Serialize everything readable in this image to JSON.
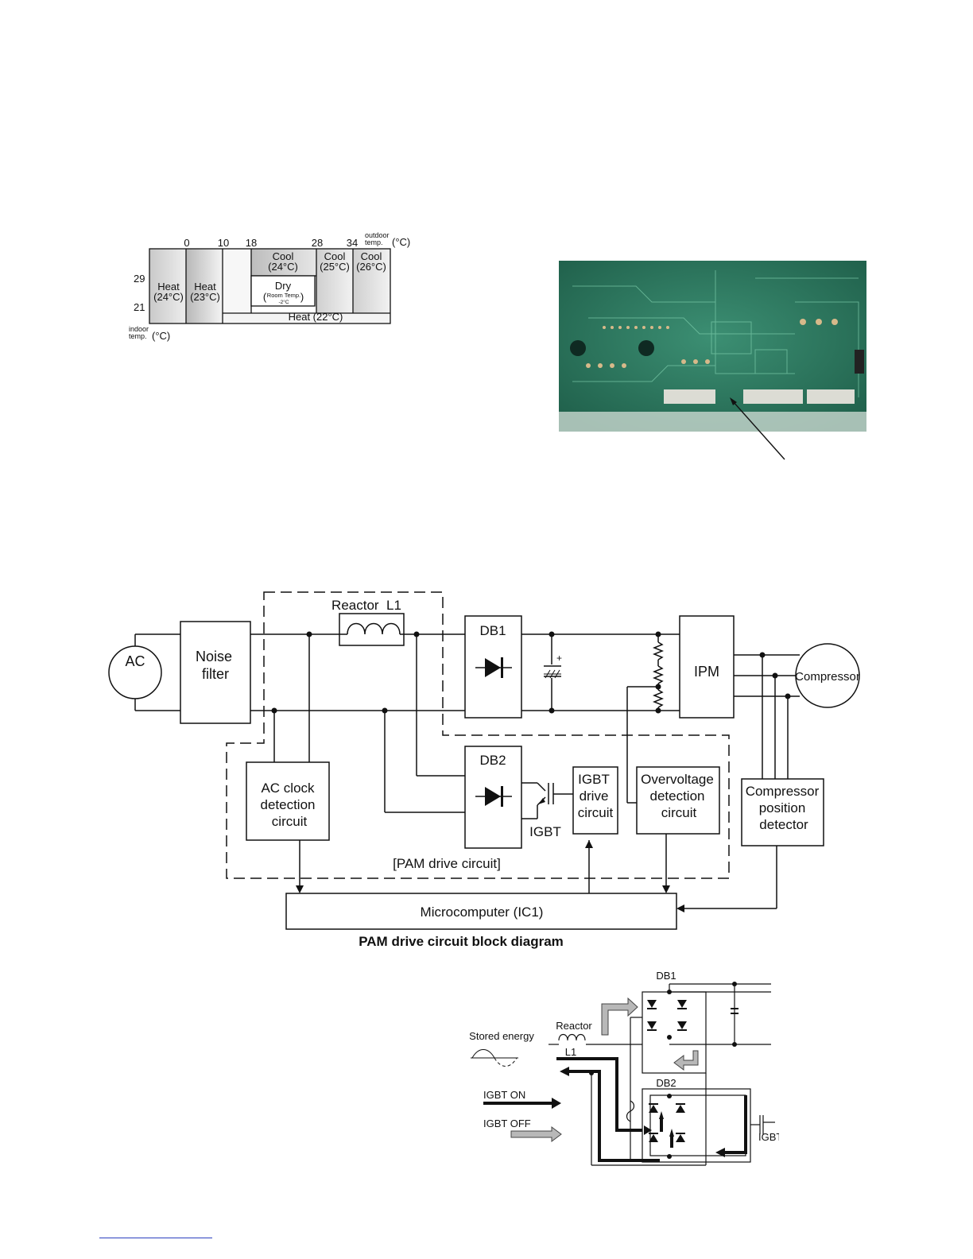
{
  "mode_chart": {
    "outdoor_ticks": [
      "0",
      "10",
      "18",
      "28",
      "34"
    ],
    "outdoor_label_line1": "outdoor",
    "outdoor_label_line2": "temp.",
    "outdoor_unit": "(°C)",
    "indoor_ticks": [
      "29",
      "21"
    ],
    "indoor_label_line1": "indoor",
    "indoor_label_line2": "temp.",
    "indoor_unit": "(°C)",
    "zones": {
      "heat24": {
        "line1": "Heat",
        "line2": "(24°C)"
      },
      "heat23": {
        "line1": "Heat",
        "line2": "(23°C)"
      },
      "cool24": {
        "line1": "Cool",
        "line2": "(24°C)"
      },
      "cool25": {
        "line1": "Cool",
        "line2": "(25°C)"
      },
      "cool26": {
        "line1": "Cool",
        "line2": "(26°C)"
      },
      "dry": {
        "line1": "Dry",
        "paren_open": "(",
        "line2": "Room Temp.",
        "line3": "-2°C",
        "paren_close": ")"
      },
      "heat22": {
        "label": "Heat (22°C)"
      }
    }
  },
  "block_diagram": {
    "caption": "PAM drive circuit block diagram",
    "blocks": {
      "ac": "AC",
      "noise_filter": [
        "Noise",
        "filter"
      ],
      "reactor": "Reactor  L1",
      "db1": "DB1",
      "db2": "DB2",
      "ipm": "IPM",
      "compressor": "Compressor",
      "ac_clock": [
        "AC clock",
        "detection",
        "circuit"
      ],
      "igbt_label": "IGBT",
      "igbt_drive": [
        "IGBT",
        "drive",
        "circuit"
      ],
      "overvoltage": [
        "Overvoltage",
        "detection",
        "circuit"
      ],
      "comp_position": [
        "Compressor",
        "position",
        "detector"
      ],
      "pam_region": "[PAM drive circuit]",
      "microcomputer": "Microcomputer (IC1)"
    }
  },
  "operation_diagram": {
    "db1": "DB1",
    "db2": "DB2",
    "reactor": "Reactor",
    "l1": "L1",
    "stored_energy": "Stored energy",
    "igbt_on": "IGBT ON",
    "igbt_off": "IGBT OFF",
    "igbt": "IGBT"
  }
}
